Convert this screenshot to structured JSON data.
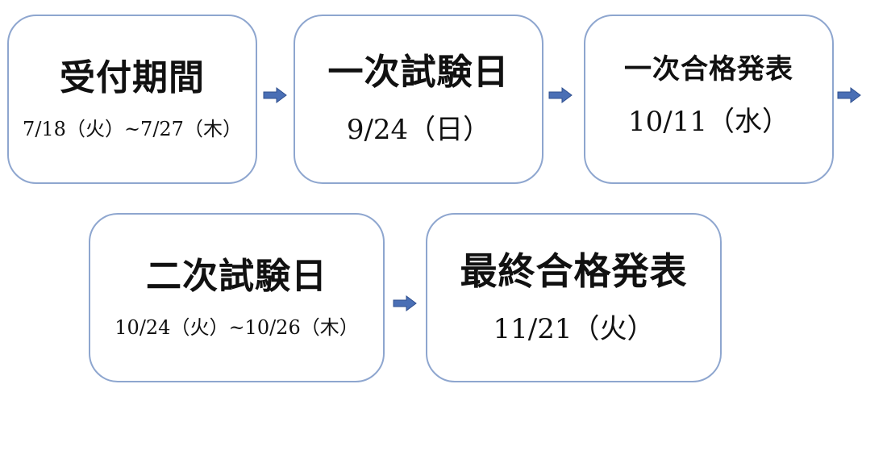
{
  "steps": [
    {
      "title": "受付期間",
      "date": "7/18（火）~7/27（木）"
    },
    {
      "title": "一次試験日",
      "date": "9/24（日）"
    },
    {
      "title": "一次合格発表",
      "date": "10/11（水）"
    },
    {
      "title": "二次試験日",
      "date": "10/24（火）~10/26（木）"
    },
    {
      "title": "最終合格発表",
      "date": "11/21（火）"
    }
  ],
  "colors": {
    "box_border": "#8ea6cf",
    "arrow_fill": "#4a6fb5",
    "arrow_stroke": "#2f4f8f",
    "text": "#111111"
  },
  "icons": {
    "connector": "right-arrow-icon"
  }
}
